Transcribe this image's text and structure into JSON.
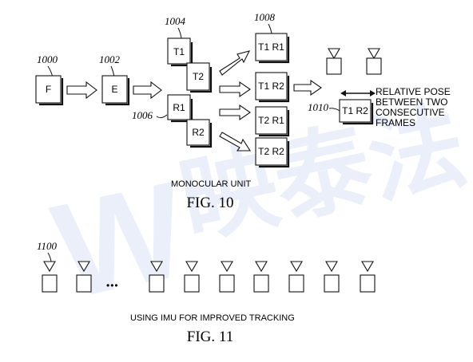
{
  "fig10": {
    "refs": {
      "r1000": "1000",
      "r1002": "1002",
      "r1004": "1004",
      "r1006": "1006",
      "r1008": "1008",
      "r1010": "1010"
    },
    "boxes": {
      "f": "F",
      "e": "E",
      "t1": "T1",
      "t2": "T2",
      "r1": "R1",
      "r2": "R2",
      "t1r1": "T1 R1",
      "t1r2": "T1 R2",
      "t2r1": "T2 R1",
      "t2r2": "T2 R2",
      "pose": "T1 R2"
    },
    "relative_pose_lines": [
      "RELATIVE POSE",
      "BETWEEN TWO",
      "CONSECUTIVE",
      "FRAMES"
    ],
    "caption": "MONOCULAR UNIT",
    "figure_label": "FIG. 10"
  },
  "fig11": {
    "ref": "1100",
    "ellipsis": "•••",
    "caption": "USING IMU FOR IMPROVED TRACKING",
    "figure_label": "FIG. 11"
  },
  "watermark": {
    "latin": "W",
    "chinese": "映泰法"
  }
}
